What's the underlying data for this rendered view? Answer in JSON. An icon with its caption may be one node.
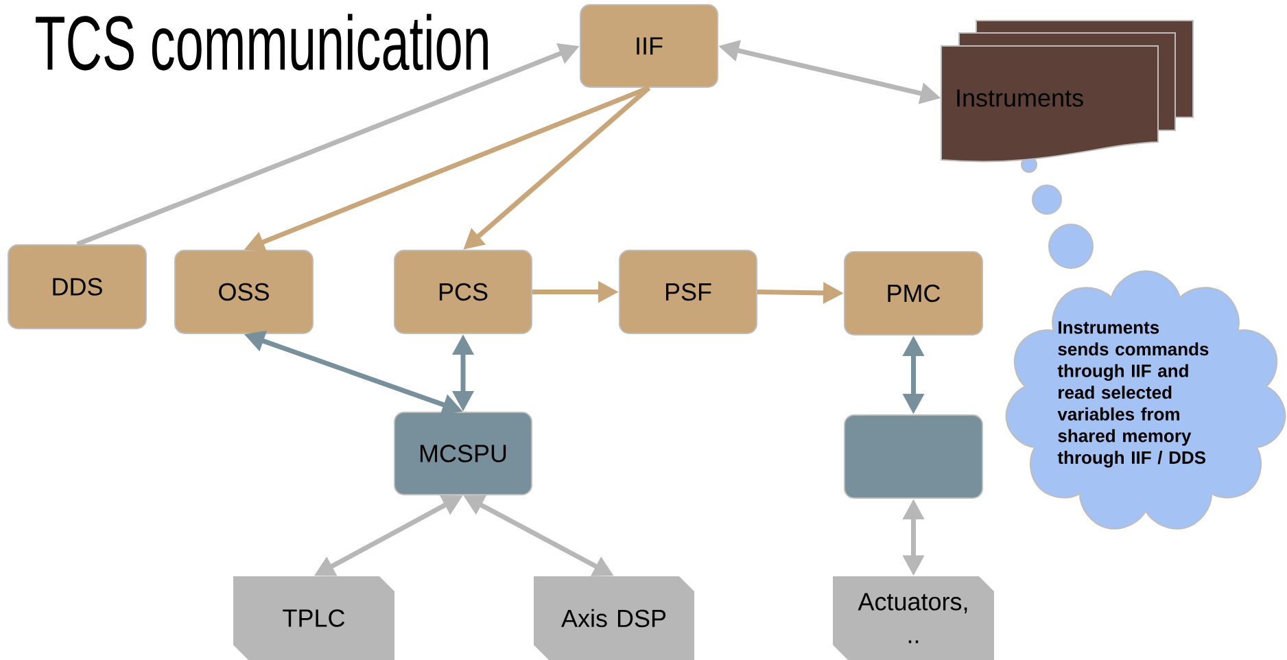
{
  "diagram": {
    "title": "TCS communication",
    "nodes": [
      {
        "text": [
          "IIF"
        ]
      },
      {
        "text": [
          "Instruments"
        ]
      },
      {
        "text": [
          "DDS"
        ]
      },
      {
        "text": [
          "OSS"
        ]
      },
      {
        "text": [
          "PCS"
        ]
      },
      {
        "text": [
          "PSF"
        ]
      },
      {
        "text": [
          "PMC"
        ]
      },
      {
        "text": [
          "Instruments sends commands through IIF and read selected variables from shared memory through IIF / DDS"
        ]
      },
      {
        "text": [
          "MCSPU"
        ]
      },
      {
        "text": [],
        "shape": "box"
      },
      {
        "text": [
          "TPLC"
        ]
      },
      {
        "text": [
          "Axis DSP"
        ]
      },
      {
        "text": [
          "Actuators, .."
        ]
      }
    ],
    "edges": [
      {
        "from": 2,
        "to": 0,
        "arrow": "to"
      },
      {
        "from": 0,
        "to": 1,
        "arrow": "both"
      },
      {
        "from": 0,
        "to": 3,
        "arrow": "to",
        "color": "#c9a57a"
      },
      {
        "from": 0,
        "to": 4,
        "arrow": "to",
        "color": "#c9a57a"
      },
      {
        "from": 4,
        "to": 5,
        "arrow": "to",
        "color": "#c9a57a"
      },
      {
        "from": 5,
        "to": 6,
        "arrow": "to",
        "color": "#c9a57a"
      },
      {
        "from": 3,
        "to": 8,
        "arrow": "both",
        "color": "#78909c"
      },
      {
        "from": 4,
        "to": 8,
        "arrow": "both",
        "color": "#78909c"
      },
      {
        "from": 6,
        "to": 9,
        "arrow": "both",
        "color": "#78909c"
      },
      {
        "from": 8,
        "to": 10,
        "arrow": "both"
      },
      {
        "from": 8,
        "to": 11,
        "arrow": "both"
      },
      {
        "from": 9,
        "to": 12,
        "arrow": "both"
      }
    ]
  }
}
